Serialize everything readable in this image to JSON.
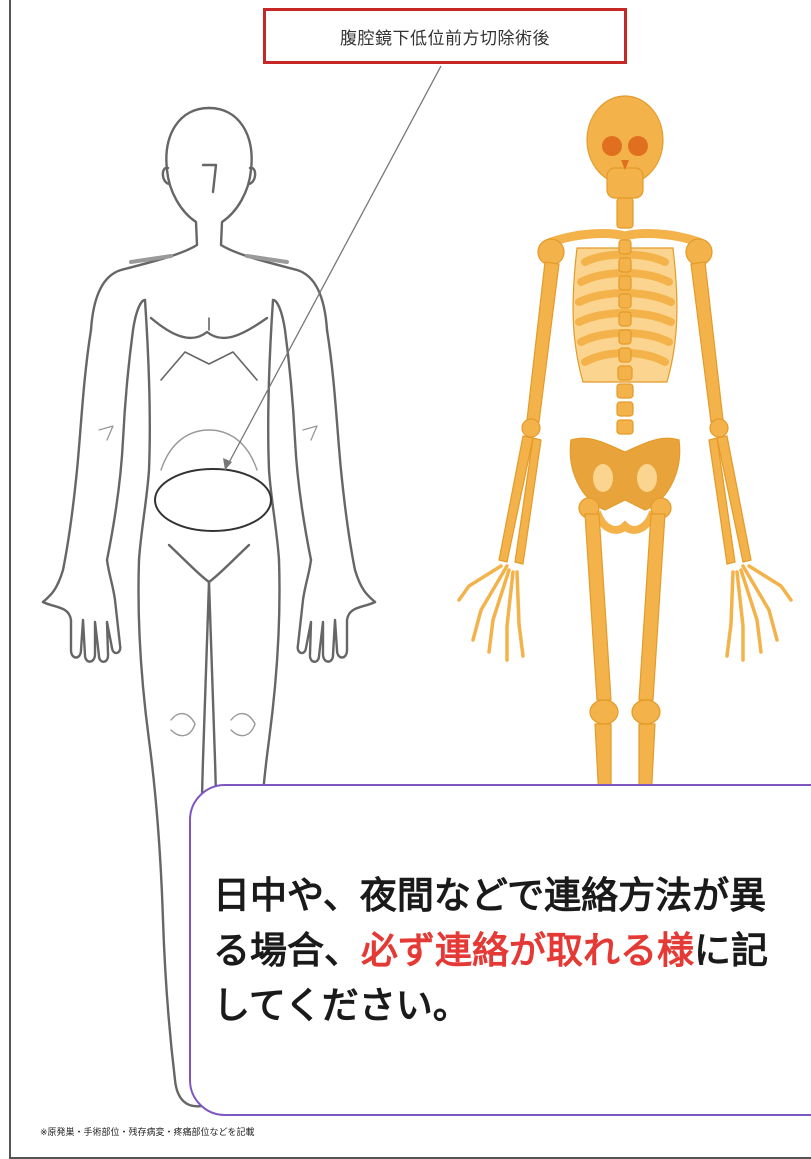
{
  "callout": {
    "label": "腹腔鏡下低位前方切除術後"
  },
  "message": {
    "line1": "日中や、夜間などで連絡方法が異",
    "line2_prefix": "る場合、",
    "line2_red": "必ず連絡が取れる様",
    "line2_suffix": "に記",
    "line3": "してください。"
  },
  "footnote": {
    "text": "※原発巣・手術部位・残存病変・疼痛部位などを記載"
  },
  "colors": {
    "callout_border": "#c62828",
    "message_border": "#7e57c2",
    "highlight_red": "#e53935",
    "skeleton": "#f4b24a",
    "outline": "#666666"
  }
}
